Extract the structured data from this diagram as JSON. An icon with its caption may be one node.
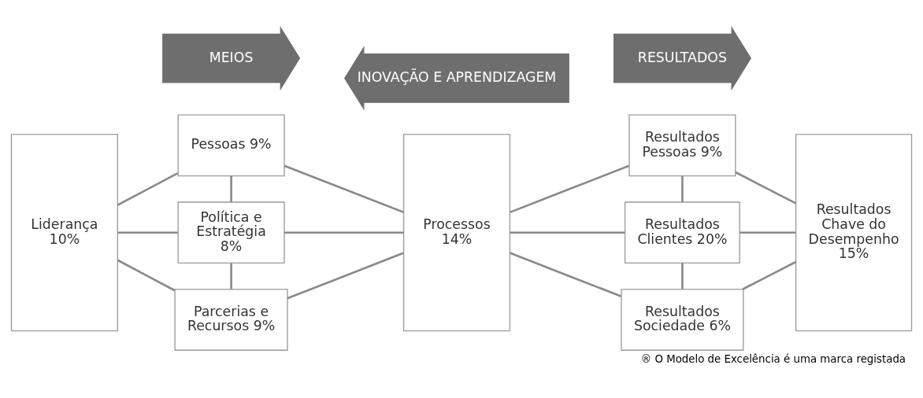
{
  "diagram": {
    "caption": "® O Modelo de Excelência é uma marca registada",
    "nodes": [
      {
        "text": [
          "Liderança 10%"
        ]
      },
      {
        "text": [
          "Pessoas 9%"
        ]
      },
      {
        "text": [
          "Política e Estratégia 8%"
        ]
      },
      {
        "text": [
          "Parcerias e Recursos 9%"
        ]
      },
      {
        "text": [
          "Processos 14%"
        ]
      },
      {
        "text": [
          "Resultados Pessoas 9%"
        ]
      },
      {
        "text": [
          "Resultados Clientes 20%"
        ]
      },
      {
        "text": [
          "Resultados Sociedade 6%"
        ]
      },
      {
        "text": [
          "Resultados Chave do Desempenho 15%"
        ]
      },
      {
        "text": [
          "MEIOS"
        ]
      },
      {
        "text": [
          "RESULTADOS"
        ]
      },
      {
        "text": [
          "INOVAÇÃO E APRENDIZAGEM"
        ]
      }
    ],
    "edges": [
      {
        "from": 0,
        "to": 1,
        "arrow": "none"
      },
      {
        "from": 0,
        "to": 2,
        "arrow": "none"
      },
      {
        "from": 0,
        "to": 3,
        "arrow": "none"
      },
      {
        "from": 1,
        "to": 2,
        "arrow": "none"
      },
      {
        "from": 2,
        "to": 3,
        "arrow": "none"
      },
      {
        "from": 1,
        "to": 4,
        "arrow": "none"
      },
      {
        "from": 2,
        "to": 4,
        "arrow": "none"
      },
      {
        "from": 3,
        "to": 4,
        "arrow": "none"
      },
      {
        "from": 4,
        "to": 5,
        "arrow": "none"
      },
      {
        "from": 4,
        "to": 6,
        "arrow": "none"
      },
      {
        "from": 4,
        "to": 7,
        "arrow": "none"
      },
      {
        "from": 5,
        "to": 6,
        "arrow": "none"
      },
      {
        "from": 6,
        "to": 7,
        "arrow": "none"
      },
      {
        "from": 5,
        "to": 8,
        "arrow": "none"
      },
      {
        "from": 6,
        "to": 8,
        "arrow": "none"
      },
      {
        "from": 7,
        "to": 8,
        "arrow": "none"
      }
    ]
  }
}
